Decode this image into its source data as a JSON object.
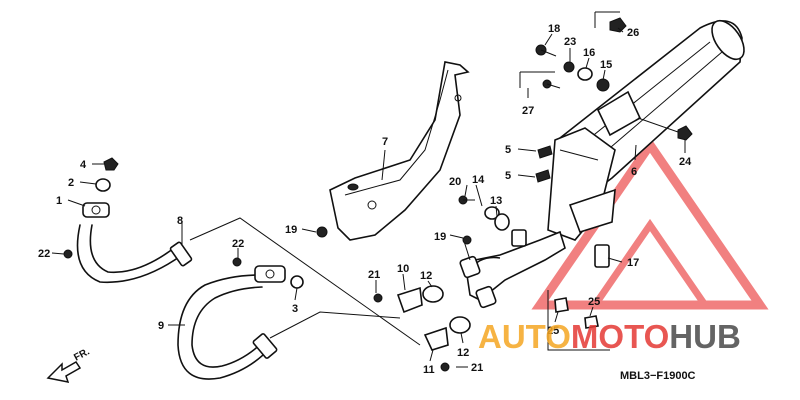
{
  "diagram_code": "MBL3−F1900C",
  "direction_label": "FR.",
  "watermark": {
    "part1": "AUTO",
    "part2": "MOTO",
    "part3": "HUB",
    "color_orange": "#f5a623",
    "color_red": "#e53935",
    "color_dark": "#4a4a4a"
  },
  "callouts": [
    "18",
    "26",
    "23",
    "16",
    "15",
    "27",
    "5",
    "5",
    "6",
    "24",
    "7",
    "20",
    "14",
    "13",
    "4",
    "2",
    "1",
    "8",
    "19",
    "19",
    "22",
    "22",
    "21",
    "10",
    "12",
    "17",
    "3",
    "9",
    "25",
    "25",
    "12",
    "11",
    "21"
  ]
}
